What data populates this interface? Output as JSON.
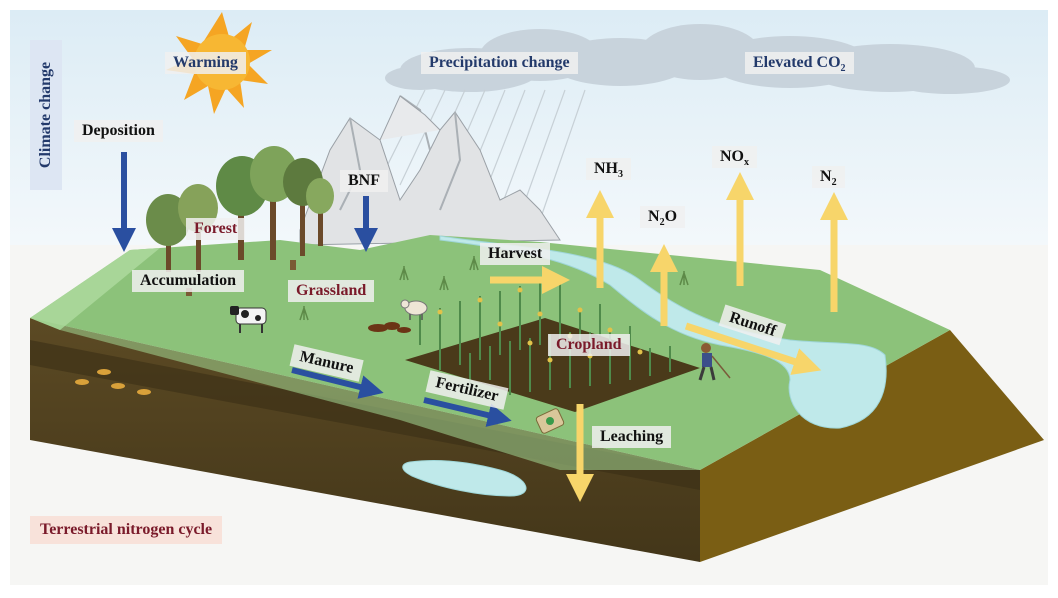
{
  "climate": {
    "title": "Climate change",
    "warming": "Warming",
    "precipitation": "Precipitation change",
    "co2_main": "Elevated CO",
    "co2_sub": "2"
  },
  "labels": {
    "deposition": "Deposition",
    "bnf": "BNF",
    "forest": "Forest",
    "accumulation": "Accumulation",
    "grassland": "Grassland",
    "harvest": "Harvest",
    "cropland": "Cropland",
    "manure": "Manure",
    "fertilizer": "Fertilizer",
    "leaching": "Leaching",
    "runoff": "Runoff",
    "nh3_main": "NH",
    "nh3_sub": "3",
    "n2o_a": "N",
    "n2o_sub": "2",
    "n2o_b": "O",
    "nox_main": "NO",
    "nox_sub": "x",
    "n2_main": "N",
    "n2_sub": "2"
  },
  "footer": {
    "title": "Terrestrial nitrogen cycle"
  },
  "colors": {
    "gas_arrow": "#f7d56a",
    "input_arrow": "#2a4fa0",
    "land_red": "#7a1a2a",
    "climate_navy": "#233a6b",
    "grass": "#8cc27a",
    "soil": "#6b5a2a",
    "water": "#bfe9ea"
  }
}
